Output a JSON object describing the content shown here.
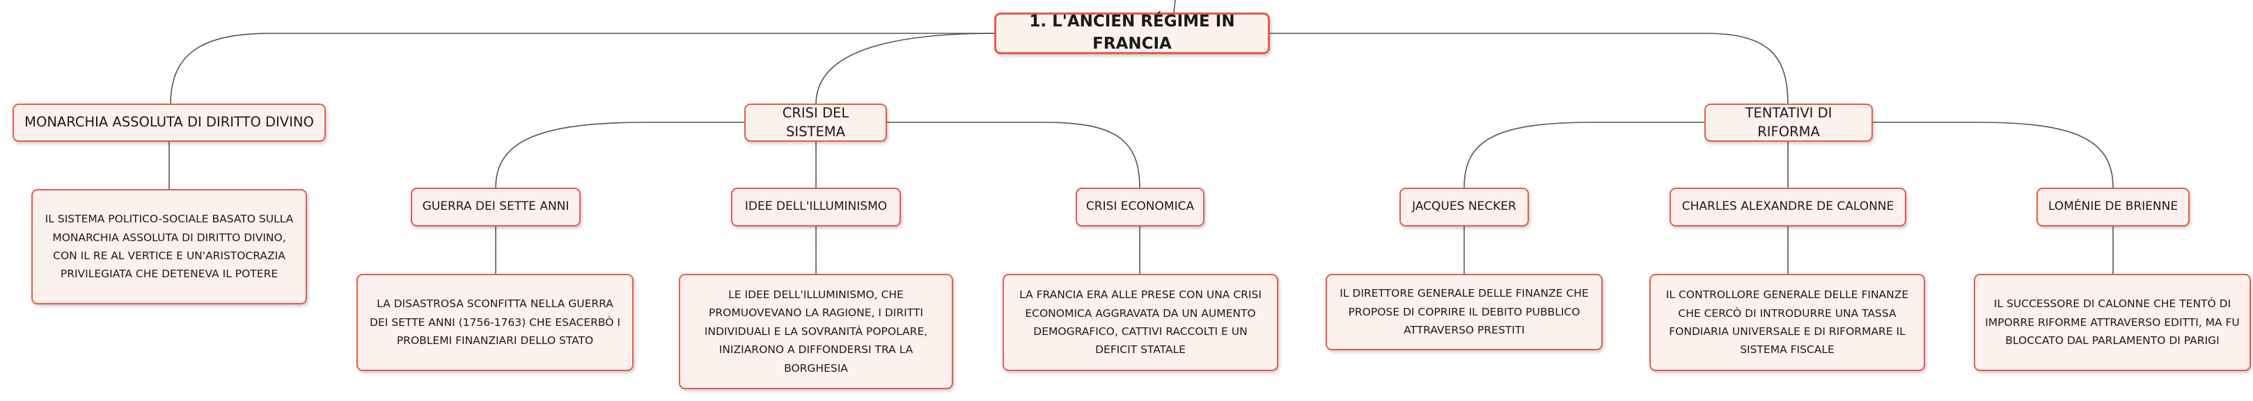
{
  "root": {
    "label": "1. L'ANCIEN RÉGIME IN FRANCIA"
  },
  "branches": {
    "monarchia": {
      "label": "MONARCHIA ASSOLUTA DI DIRITTO DIVINO",
      "description": "IL SISTEMA POLITICO-SOCIALE BASATO SULLA MONARCHIA ASSOLUTA DI DIRITTO DIVINO, CON IL RE AL VERTICE E UN'ARISTOCRAZIA PRIVILEGIATA CHE DETENEVA IL POTERE"
    },
    "crisi": {
      "label": "CRISI DEL SISTEMA",
      "children": {
        "guerra": {
          "label": "GUERRA DEI SETTE ANNI",
          "description": "LA DISASTROSA SCONFITTA NELLA GUERRA DEI SETTE ANNI (1756-1763) CHE ESACERBÒ I PROBLEMI FINANZIARI DELLO STATO"
        },
        "illuminismo": {
          "label": "IDEE DELL'ILLUMINISMO",
          "description": "LE IDEE DELL'ILLUMINISMO, CHE PROMUOVEVANO LA RAGIONE, I DIRITTI INDIVIDUALI E LA SOVRANITÀ POPOLARE, INIZIARONO A DIFFONDERSI TRA LA BORGHESIA"
        },
        "economica": {
          "label": "CRISI ECONOMICA",
          "description": "LA FRANCIA ERA ALLE PRESE CON UNA CRISI ECONOMICA AGGRAVATA DA UN AUMENTO DEMOGRAFICO, CATTIVI RACCOLTI E UN DEFICIT STATALE"
        }
      }
    },
    "riforma": {
      "label": "TENTATIVI DI RIFORMA",
      "children": {
        "necker": {
          "label": "JACQUES NECKER",
          "description": "IL DIRETTORE GENERALE DELLE FINANZE CHE PROPOSE DI COPRIRE IL DEBITO PUBBLICO ATTRAVERSO PRESTITI"
        },
        "calonne": {
          "label": "CHARLES ALEXANDRE DE CALONNE",
          "description": "IL CONTROLLORE GENERALE DELLE FINANZE CHE CERCÒ DI INTRODURRE UNA TASSA FONDIARIA UNIVERSALE E DI RIFORMARE IL SISTEMA FISCALE"
        },
        "brienne": {
          "label": "LOMÉNIE DE BRIENNE",
          "description": "IL SUCCESSORE DI CALONNE CHE TENTÒ DI IMPORRE RIFORME ATTRAVERSO EDITTI, MA FU BLOCCATO DAL PARLAMENTO DI PARIGI"
        }
      }
    }
  },
  "colors": {
    "border": "#e85a48",
    "fill": "#fdf1ee",
    "line": "#555555",
    "text": "#1a1a1a"
  }
}
